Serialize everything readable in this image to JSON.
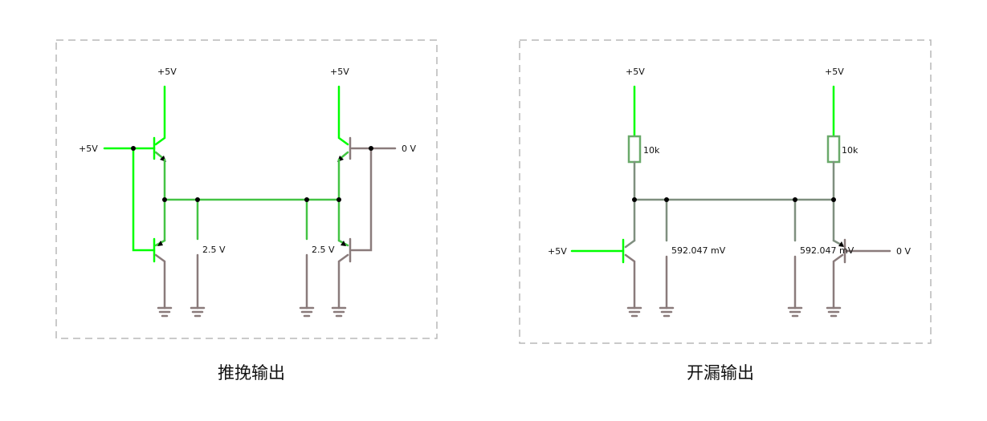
{
  "panels": [
    {
      "caption": "推挽输出",
      "supply_top_left": "+5V",
      "supply_top_right": "+5V",
      "input_label": "+5V",
      "output_label": "0 V",
      "probe_left": "2.5 V",
      "probe_right": "2.5 V"
    },
    {
      "caption": "开漏输出",
      "supply_top_left": "+5V",
      "supply_top_right": "+5V",
      "resistor_left": "10k",
      "resistor_right": "10k",
      "input_label": "+5V",
      "output_label": "0 V",
      "probe_left": "592.047 mV",
      "probe_right": "592.047 mV"
    }
  ],
  "colors": {
    "high": "#00ff00",
    "mid": "#44c444",
    "low": "#8a7b7b",
    "gray_green": "#7f8f7f",
    "frame": "#b8b8b8"
  }
}
